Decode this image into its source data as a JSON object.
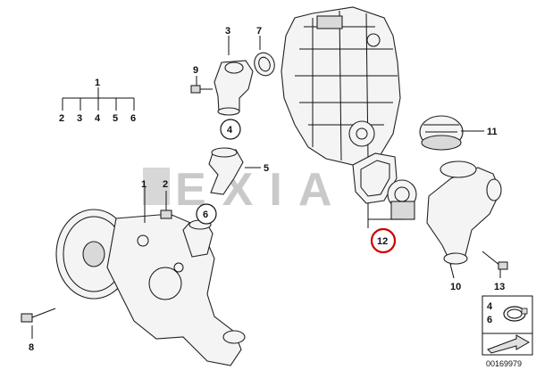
{
  "labels": {
    "n1_top": "1",
    "row2": "2",
    "row3": "3",
    "row4": "4",
    "row5": "5",
    "row6": "6",
    "n3": "3",
    "n7": "7",
    "n9": "9",
    "n4_circ": "4",
    "n5": "5",
    "n6_circ": "6",
    "n1_mid": "1",
    "n2_mid": "2",
    "n11": "11",
    "n12": "12",
    "n10": "10",
    "n13": "13",
    "n8": "8",
    "legend_4": "4",
    "legend_6": "6"
  },
  "watermark": "EXIA",
  "diagram_number": "00169979",
  "colors": {
    "highlight_circle": "#cc0000",
    "watermark": "#c9c9c9",
    "line": "#111111"
  }
}
